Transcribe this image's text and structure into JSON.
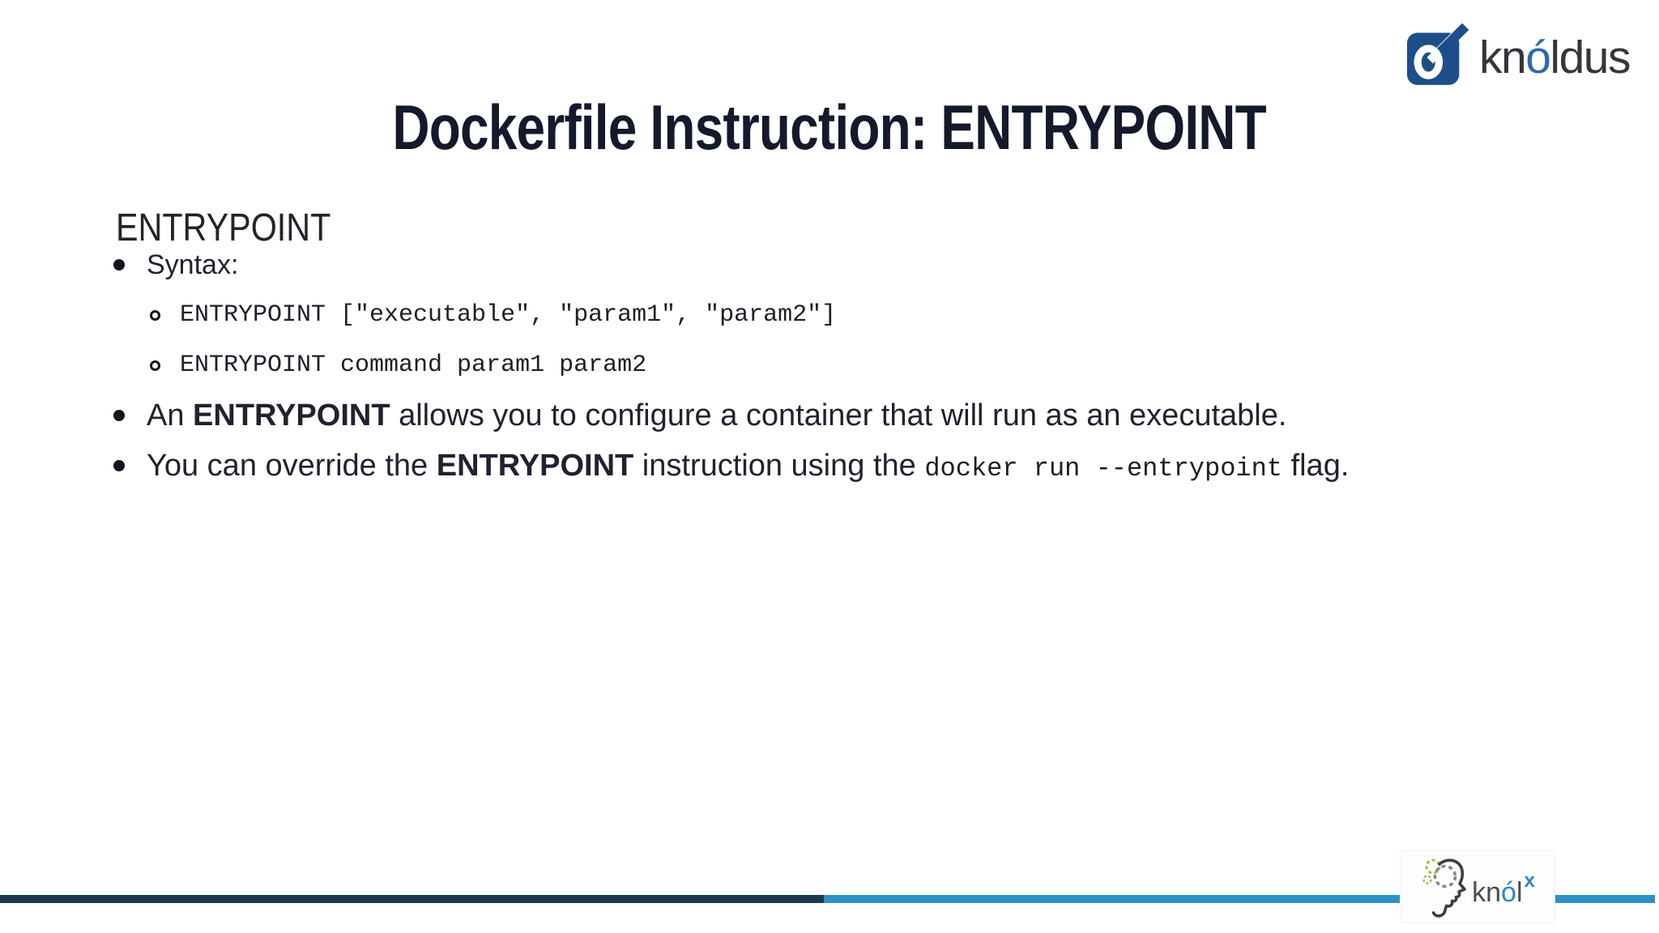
{
  "header": {
    "title": "Dockerfile Instruction: ENTRYPOINT"
  },
  "branding": {
    "logo_icon": "knoldus-o-icon",
    "wordmark": {
      "kn": "kn",
      "o_accent": "ó",
      "ldus": "ldus"
    }
  },
  "content": {
    "section_heading": "ENTRYPOINT",
    "bullets": [
      {
        "level": 1,
        "segments": [
          {
            "text": "Syntax:"
          }
        ]
      },
      {
        "level": 2,
        "style": "code",
        "segments": [
          {
            "text": "ENTRYPOINT [\"executable\", \"param1\", \"param2\"]"
          }
        ]
      },
      {
        "level": 2,
        "style": "code",
        "segments": [
          {
            "text": "ENTRYPOINT command param1 param2"
          }
        ]
      },
      {
        "level": 1,
        "segments": [
          {
            "text": "An "
          },
          {
            "text": "ENTRYPOINT",
            "bold": true
          },
          {
            "text": " allows you to configure a container that will run as an executable."
          }
        ]
      },
      {
        "level": 1,
        "segments": [
          {
            "text": "You can override the "
          },
          {
            "text": "ENTRYPOINT",
            "bold": true
          },
          {
            "text": " instruction using the "
          },
          {
            "text": "docker run --entrypoint",
            "code": true
          },
          {
            "text": " flag."
          }
        ]
      }
    ]
  },
  "footer": {
    "logo_icon": "knolx-head-gears-icon",
    "wordmark": {
      "kn": "kn",
      "o_accent": "ó",
      "l": "l",
      "x_superscript": "x"
    }
  },
  "theme": {
    "title_color": "#141a2b",
    "text_color": "#212230",
    "bar_dark": "#1c3a4e",
    "bar_light": "#2d91c6",
    "knoldus_blue": "#1d4e89",
    "wordmark_blue": "#2a6da8",
    "knolx_blue": "#2d86c4",
    "gear_yellow": "#b3b84a",
    "gear_gray": "#8a8a8a"
  }
}
